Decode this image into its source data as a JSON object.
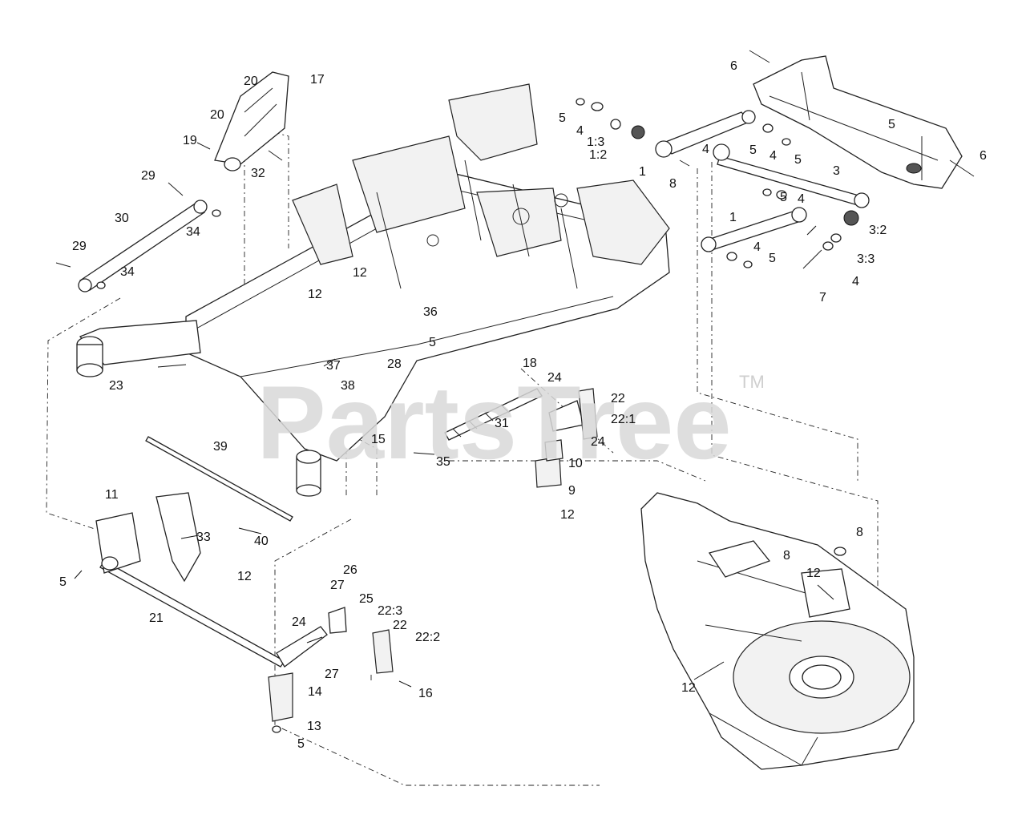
{
  "watermark": {
    "text": "PartsTree",
    "tm": "TM"
  },
  "callouts": [
    {
      "t": "20"
    },
    {
      "t": "17"
    },
    {
      "t": "20"
    },
    {
      "t": "19"
    },
    {
      "t": "32"
    },
    {
      "t": "29"
    },
    {
      "t": "30"
    },
    {
      "t": "34"
    },
    {
      "t": "29"
    },
    {
      "t": "34"
    },
    {
      "t": "12"
    },
    {
      "t": "12"
    },
    {
      "t": "36"
    },
    {
      "t": "5"
    },
    {
      "t": "28"
    },
    {
      "t": "37"
    },
    {
      "t": "38"
    },
    {
      "t": "23"
    },
    {
      "t": "18"
    },
    {
      "t": "24"
    },
    {
      "t": "22"
    },
    {
      "t": "22:1"
    },
    {
      "t": "31"
    },
    {
      "t": "24"
    },
    {
      "t": "15"
    },
    {
      "t": "35"
    },
    {
      "t": "10"
    },
    {
      "t": "9"
    },
    {
      "t": "12"
    },
    {
      "t": "39"
    },
    {
      "t": "40"
    },
    {
      "t": "11"
    },
    {
      "t": "33"
    },
    {
      "t": "5"
    },
    {
      "t": "12"
    },
    {
      "t": "21"
    },
    {
      "t": "26"
    },
    {
      "t": "27"
    },
    {
      "t": "25"
    },
    {
      "t": "24"
    },
    {
      "t": "22:3"
    },
    {
      "t": "22"
    },
    {
      "t": "22:2"
    },
    {
      "t": "27"
    },
    {
      "t": "14"
    },
    {
      "t": "16"
    },
    {
      "t": "13"
    },
    {
      "t": "5"
    },
    {
      "t": "6"
    },
    {
      "t": "5"
    },
    {
      "t": "4"
    },
    {
      "t": "1:3"
    },
    {
      "t": "1:2"
    },
    {
      "t": "1"
    },
    {
      "t": "8"
    },
    {
      "t": "4"
    },
    {
      "t": "5"
    },
    {
      "t": "4"
    },
    {
      "t": "5"
    },
    {
      "t": "5"
    },
    {
      "t": "6"
    },
    {
      "t": "3"
    },
    {
      "t": "5"
    },
    {
      "t": "4"
    },
    {
      "t": "1"
    },
    {
      "t": "3:2"
    },
    {
      "t": "4"
    },
    {
      "t": "5"
    },
    {
      "t": "3:3"
    },
    {
      "t": "7"
    },
    {
      "t": "4"
    },
    {
      "t": "8"
    },
    {
      "t": "8"
    },
    {
      "t": "12"
    },
    {
      "t": "12"
    }
  ]
}
